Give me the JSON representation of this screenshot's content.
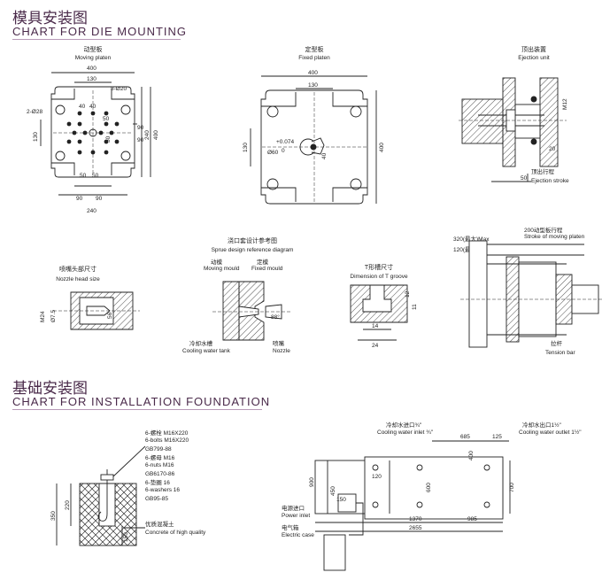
{
  "die_mounting": {
    "title_cn": "模具安装图",
    "title_en": "CHART FOR DIE MOUNTING",
    "moving_platen": {
      "label_cn": "动型板",
      "label_en": "Moving platen",
      "dim_400": "400",
      "dim_130": "130",
      "dim_8phi20": "8-Ø20",
      "dim_2phi28": "2-Ø28",
      "dim_40a": "40",
      "dim_40b": "40",
      "dim_50a": "50",
      "dim_50b": "50",
      "dim_50c": "50",
      "dim_50d": "50",
      "dim_90a": "90",
      "dim_90b": "90",
      "dim_240v": "240",
      "dim_400v": "400",
      "dim_130v": "130",
      "dim_90c": "90",
      "dim_90d": "90",
      "dim_240h": "240"
    },
    "fixed_platen": {
      "label_cn": "定型板",
      "label_en": "Fixed platen",
      "dim_400": "400",
      "dim_130": "130",
      "dim_phi60": "Ø60",
      "dim_tol": "+0.074",
      "dim_tol0": "0",
      "dim_130v": "130",
      "dim_40": "40",
      "dim_400v": "400"
    },
    "ejection_unit": {
      "label_cn": "顶出装置",
      "label_en": "Ejection unit",
      "dim_m12": "M12",
      "dim_20": "20",
      "dim_50": "50",
      "stroke_cn": "顶出行程",
      "stroke_en": "Ejection stroke"
    },
    "nozzle_head": {
      "label_cn": "喷嘴头部尺寸",
      "label_en": "Nozzle head size",
      "dim_m24": "M24",
      "dim_phi7_5": "Ø7.5",
      "dim_56": "56"
    },
    "sprue": {
      "label_cn": "浇口套设计参考图",
      "label_en": "Sprue design reference diagram",
      "moving_cn": "动模",
      "moving_en": "Moving mould",
      "fixed_cn": "定模",
      "fixed_en": "Fixed mould",
      "angle": "88°",
      "cooling_cn": "冷却水槽",
      "cooling_en": "Cooling water tank",
      "nozzle_cn": "喷嘴",
      "nozzle_en": "Nozzle"
    },
    "t_groove": {
      "label_cn": "T形槽尺寸",
      "label_en": "Dimension of T groove",
      "dim_12": "12",
      "dim_11": "11",
      "dim_14": "14",
      "dim_24": "24"
    },
    "tension": {
      "dim_200": "200动型板行程",
      "dim_200_en": "Stroke of moving platen",
      "dim_320": "320(最大)Max",
      "dim_120": "120(最小)Min",
      "bar_cn": "拉杆",
      "bar_en": "Tension bar"
    }
  },
  "foundation": {
    "title_cn": "基础安装图",
    "title_en": "CHART FOR INSTALLATION FOUNDATION",
    "bolts": [
      "6-螺栓 M16X220",
      "6-bolts M16X220",
      "GB799-88",
      "6-螺母 M16",
      "6-nuts M16",
      "GB6170-86",
      "6-垫圈 16",
      "6-washers 16",
      "GB95-85"
    ],
    "concrete_cn": "优质混凝土",
    "concrete_en": "Concrete of high quality",
    "dim_350": "350",
    "dim_220": "220",
    "dim_150": "150",
    "plan": {
      "inlet_cn": "冷却水进口¾\"",
      "inlet_en": "Cooling water inlet ¾\"",
      "outlet_cn": "冷却水出口1½\"",
      "outlet_en": "Cooling water outlet 1½\"",
      "dim_685": "685",
      "dim_125": "125",
      "dim_400": "400",
      "dim_120": "120",
      "dim_900": "900",
      "dim_450": "450",
      "dim_600": "600",
      "dim_700": "700",
      "dim_150": "150",
      "dim_1370": "1370",
      "dim_985": "985",
      "dim_2655": "2655",
      "power_cn": "电源进口",
      "power_en": "Power inlet",
      "box_cn": "电气箱",
      "box_en": "Electric case"
    }
  }
}
